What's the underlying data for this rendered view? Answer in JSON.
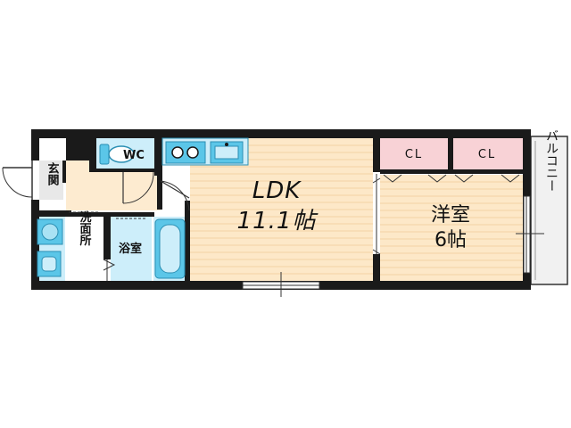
{
  "rooms": {
    "ldk": {
      "name": "LDK",
      "size": "11.1帖"
    },
    "western": {
      "name": "洋室",
      "size": "6帖"
    },
    "entrance": "玄関",
    "washroom": "洗面所",
    "bathroom": "浴室",
    "toilet": "WC",
    "closet_left": "CL",
    "closet_right": "CL",
    "balcony": "バルコニー"
  },
  "colors": {
    "wall": "#1a1a1a",
    "floor_wood": "#fde8c8",
    "wet_area": "#cdeefa",
    "fixture": "#5bc6e8",
    "closet": "#f8d2d6",
    "balcony": "#f1f1f1",
    "hallway": "#fdebd0"
  }
}
